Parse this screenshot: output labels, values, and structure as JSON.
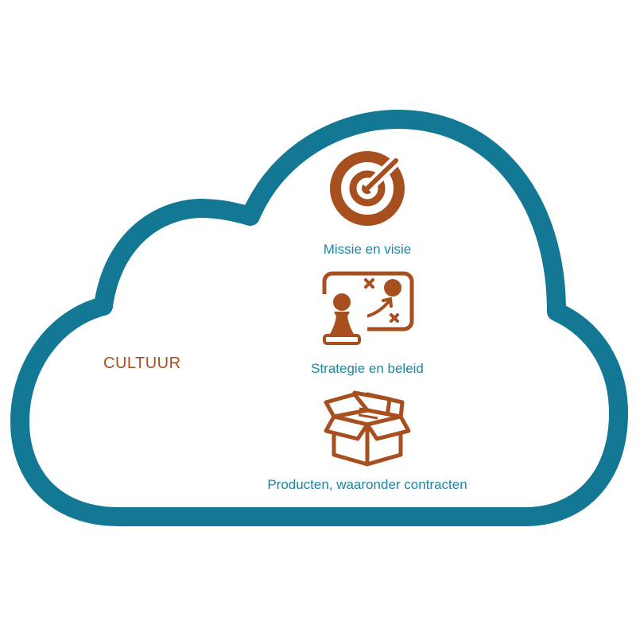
{
  "title": "CULTUUR",
  "items": [
    {
      "label": "Missie en visie",
      "icon": "target-icon"
    },
    {
      "label": "Strategie en beleid",
      "icon": "strategy-board-icon"
    },
    {
      "label": "Producten, waaronder contracten",
      "icon": "open-box-icon"
    }
  ],
  "colors": {
    "cloud": "#127894",
    "icon": "#a84f1f",
    "label": "#1f86a0"
  }
}
